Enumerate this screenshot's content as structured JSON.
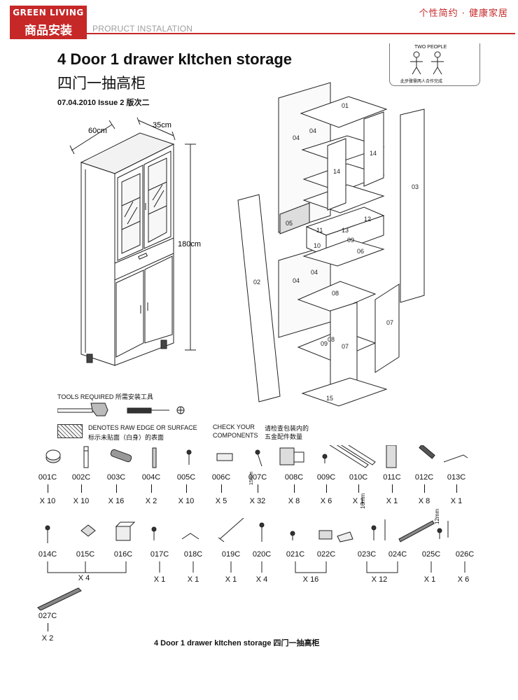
{
  "header": {
    "badge_top": "GREEN LIVING",
    "badge_main": "商品安装",
    "subtitle": "PRORUCT INSTALATION",
    "slogan": "个性简约 · 健康家居",
    "brand_color": "#c62828"
  },
  "title": {
    "english": "4 Door 1 drawer kItchen storage",
    "chinese": "四门一抽高柜",
    "issue": "07.04.2010  Issue 2  版次二"
  },
  "people_note": {
    "label": "TWO PEOPLE",
    "note_cn": "此步骤需两人合作完成"
  },
  "dimensions": {
    "width": "60cm",
    "depth": "35cm",
    "height": "180cm"
  },
  "panel_labels": [
    "01",
    "04",
    "04",
    "03",
    "14",
    "14",
    "05",
    "12",
    "13",
    "11",
    "10",
    "09",
    "06",
    "02",
    "04",
    "04",
    "08",
    "07",
    "08",
    "07",
    "09",
    "15"
  ],
  "tools": {
    "label": "TOOLS REQUIRED  所需安装工具"
  },
  "legend": {
    "raw_edge_line1": "DENOTES RAW EDGE OR SURFACE",
    "raw_edge_line2": "标示未贴面（白身）的表面",
    "check_line1": "CHECK YOUR",
    "check_line2": "COMPONENTS",
    "check_cn1": "请检查包装内的",
    "check_cn2": "五金配件数量"
  },
  "components_row1": [
    {
      "code": "001C",
      "qty": "X 10",
      "icon": "cam-lock-icon"
    },
    {
      "code": "002C",
      "qty": "X 10",
      "icon": "cam-bolt-icon"
    },
    {
      "code": "003C",
      "qty": "X 16",
      "icon": "wooden-dowel-icon"
    },
    {
      "code": "004C",
      "qty": "X 2",
      "icon": "shelf-pin-icon"
    },
    {
      "code": "005C",
      "qty": "X 10",
      "icon": "short-screw-icon"
    },
    {
      "code": "006C",
      "qty": "X 5",
      "icon": "handle-icon"
    },
    {
      "code": "007C",
      "qty": "X 32",
      "icon": "screw-15mm-icon"
    },
    {
      "code": "008C",
      "qty": "X 8",
      "icon": "hinge-icon"
    },
    {
      "code": "009C",
      "qty": "X 6",
      "icon": "small-screw-icon"
    },
    {
      "code": "010C",
      "qty": "X 1",
      "icon": "drawer-runner-icon"
    },
    {
      "code": "011C",
      "qty": "X 1",
      "icon": "glue-bottle-icon"
    },
    {
      "code": "012C",
      "qty": "X 8",
      "icon": "bolt-icon"
    },
    {
      "code": "013C",
      "qty": "X 1",
      "icon": "allen-key-icon"
    }
  ],
  "components_row2": [
    {
      "code": "014C",
      "icon": "long-screw-icon"
    },
    {
      "code": "015C",
      "icon": "corner-block-icon"
    },
    {
      "code": "016C",
      "icon": "foot-cap-icon"
    },
    {
      "code": "017C",
      "icon": "wall-screw-icon"
    },
    {
      "code": "018C",
      "icon": "bracket-icon"
    },
    {
      "code": "019C",
      "icon": "wall-plug-icon"
    },
    {
      "code": "020C",
      "icon": "wood-screw-icon"
    },
    {
      "code": "021C",
      "icon": "screw-cap-icon"
    },
    {
      "code": "022C",
      "icon": "shelf-support-icon"
    },
    {
      "code": "023C",
      "icon": "clip-icon"
    },
    {
      "code": "024C",
      "icon": "screw-16mm-icon"
    },
    {
      "code": "025C",
      "icon": "rod-icon"
    },
    {
      "code": "026C",
      "icon": "screw-12mm-icon"
    }
  ],
  "group_quantities": {
    "g1": "X 4",
    "g2": "X 1",
    "g3": "X 1",
    "g4": "X 1",
    "g5": "X 4",
    "g6": "X 16",
    "g7": "X 12",
    "g8": "X 1",
    "g9": "X 6"
  },
  "measurements": {
    "m15": "15mm",
    "m16": "16mm",
    "m12": "12mm"
  },
  "component_027": {
    "code": "027C",
    "qty": "X 2",
    "icon": "hanging-rail-icon"
  },
  "footer": {
    "text": "4 Door 1 drawer kItchen storage  四门一抽高柜"
  }
}
